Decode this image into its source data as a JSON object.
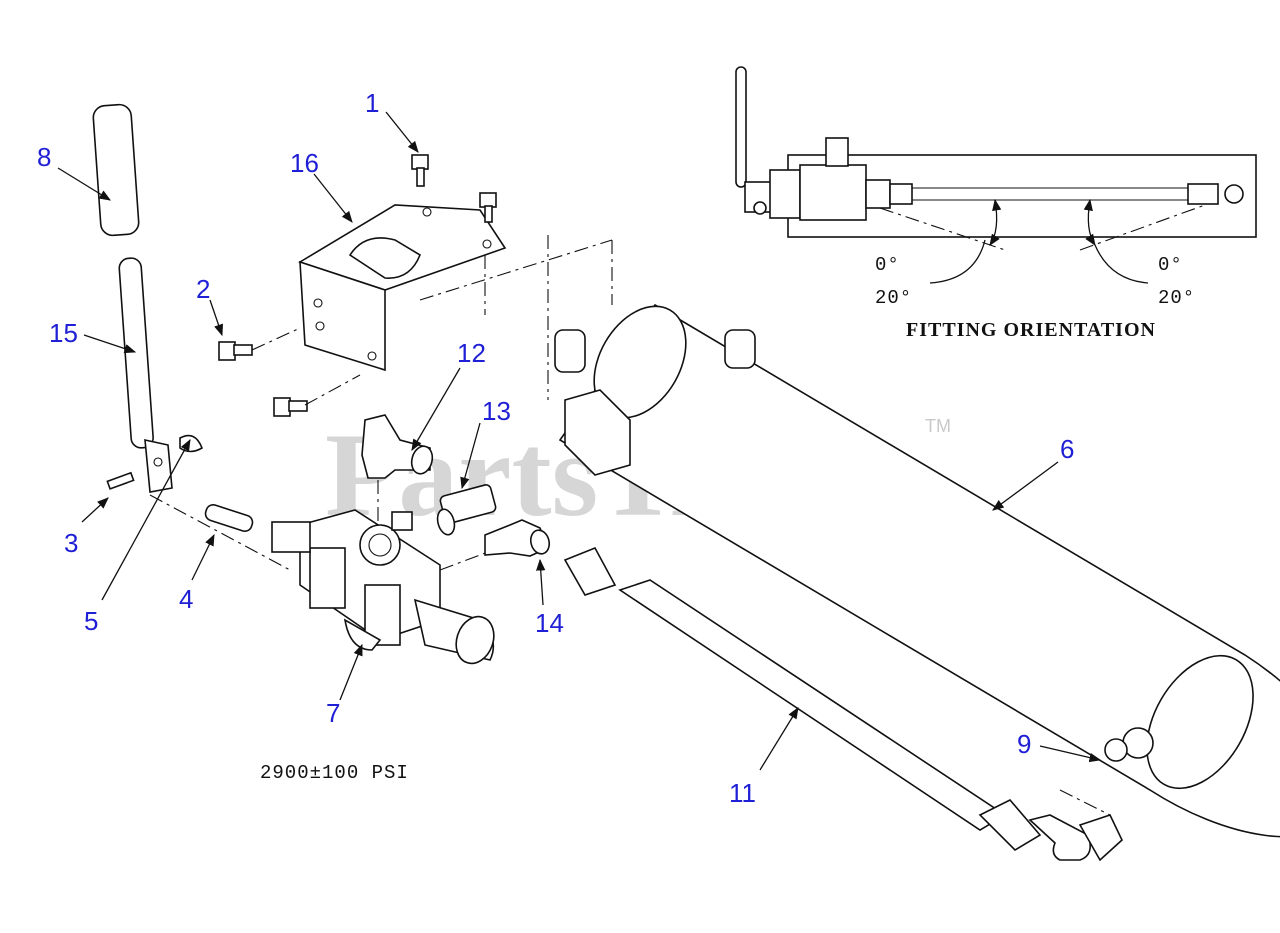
{
  "watermark": {
    "text": "PartsTree",
    "trademark": "TM"
  },
  "callouts": {
    "c1": "1",
    "c2": "2",
    "c3": "3",
    "c4": "4",
    "c5": "5",
    "c6": "6",
    "c7": "7",
    "c8": "8",
    "c9": "9",
    "c11": "11",
    "c12": "12",
    "c13": "13",
    "c14": "14",
    "c15": "15",
    "c16": "16"
  },
  "pressure_note": "2900±100 PSI",
  "inset": {
    "title": "FITTING  ORIENTATION",
    "left_angle_top": "0°",
    "left_angle_bottom": "20°",
    "right_angle_top": "0°",
    "right_angle_bottom": "20°"
  },
  "colors": {
    "callout": "#1f1fd6",
    "line": "#111111",
    "watermark": "#c9c9c9"
  }
}
